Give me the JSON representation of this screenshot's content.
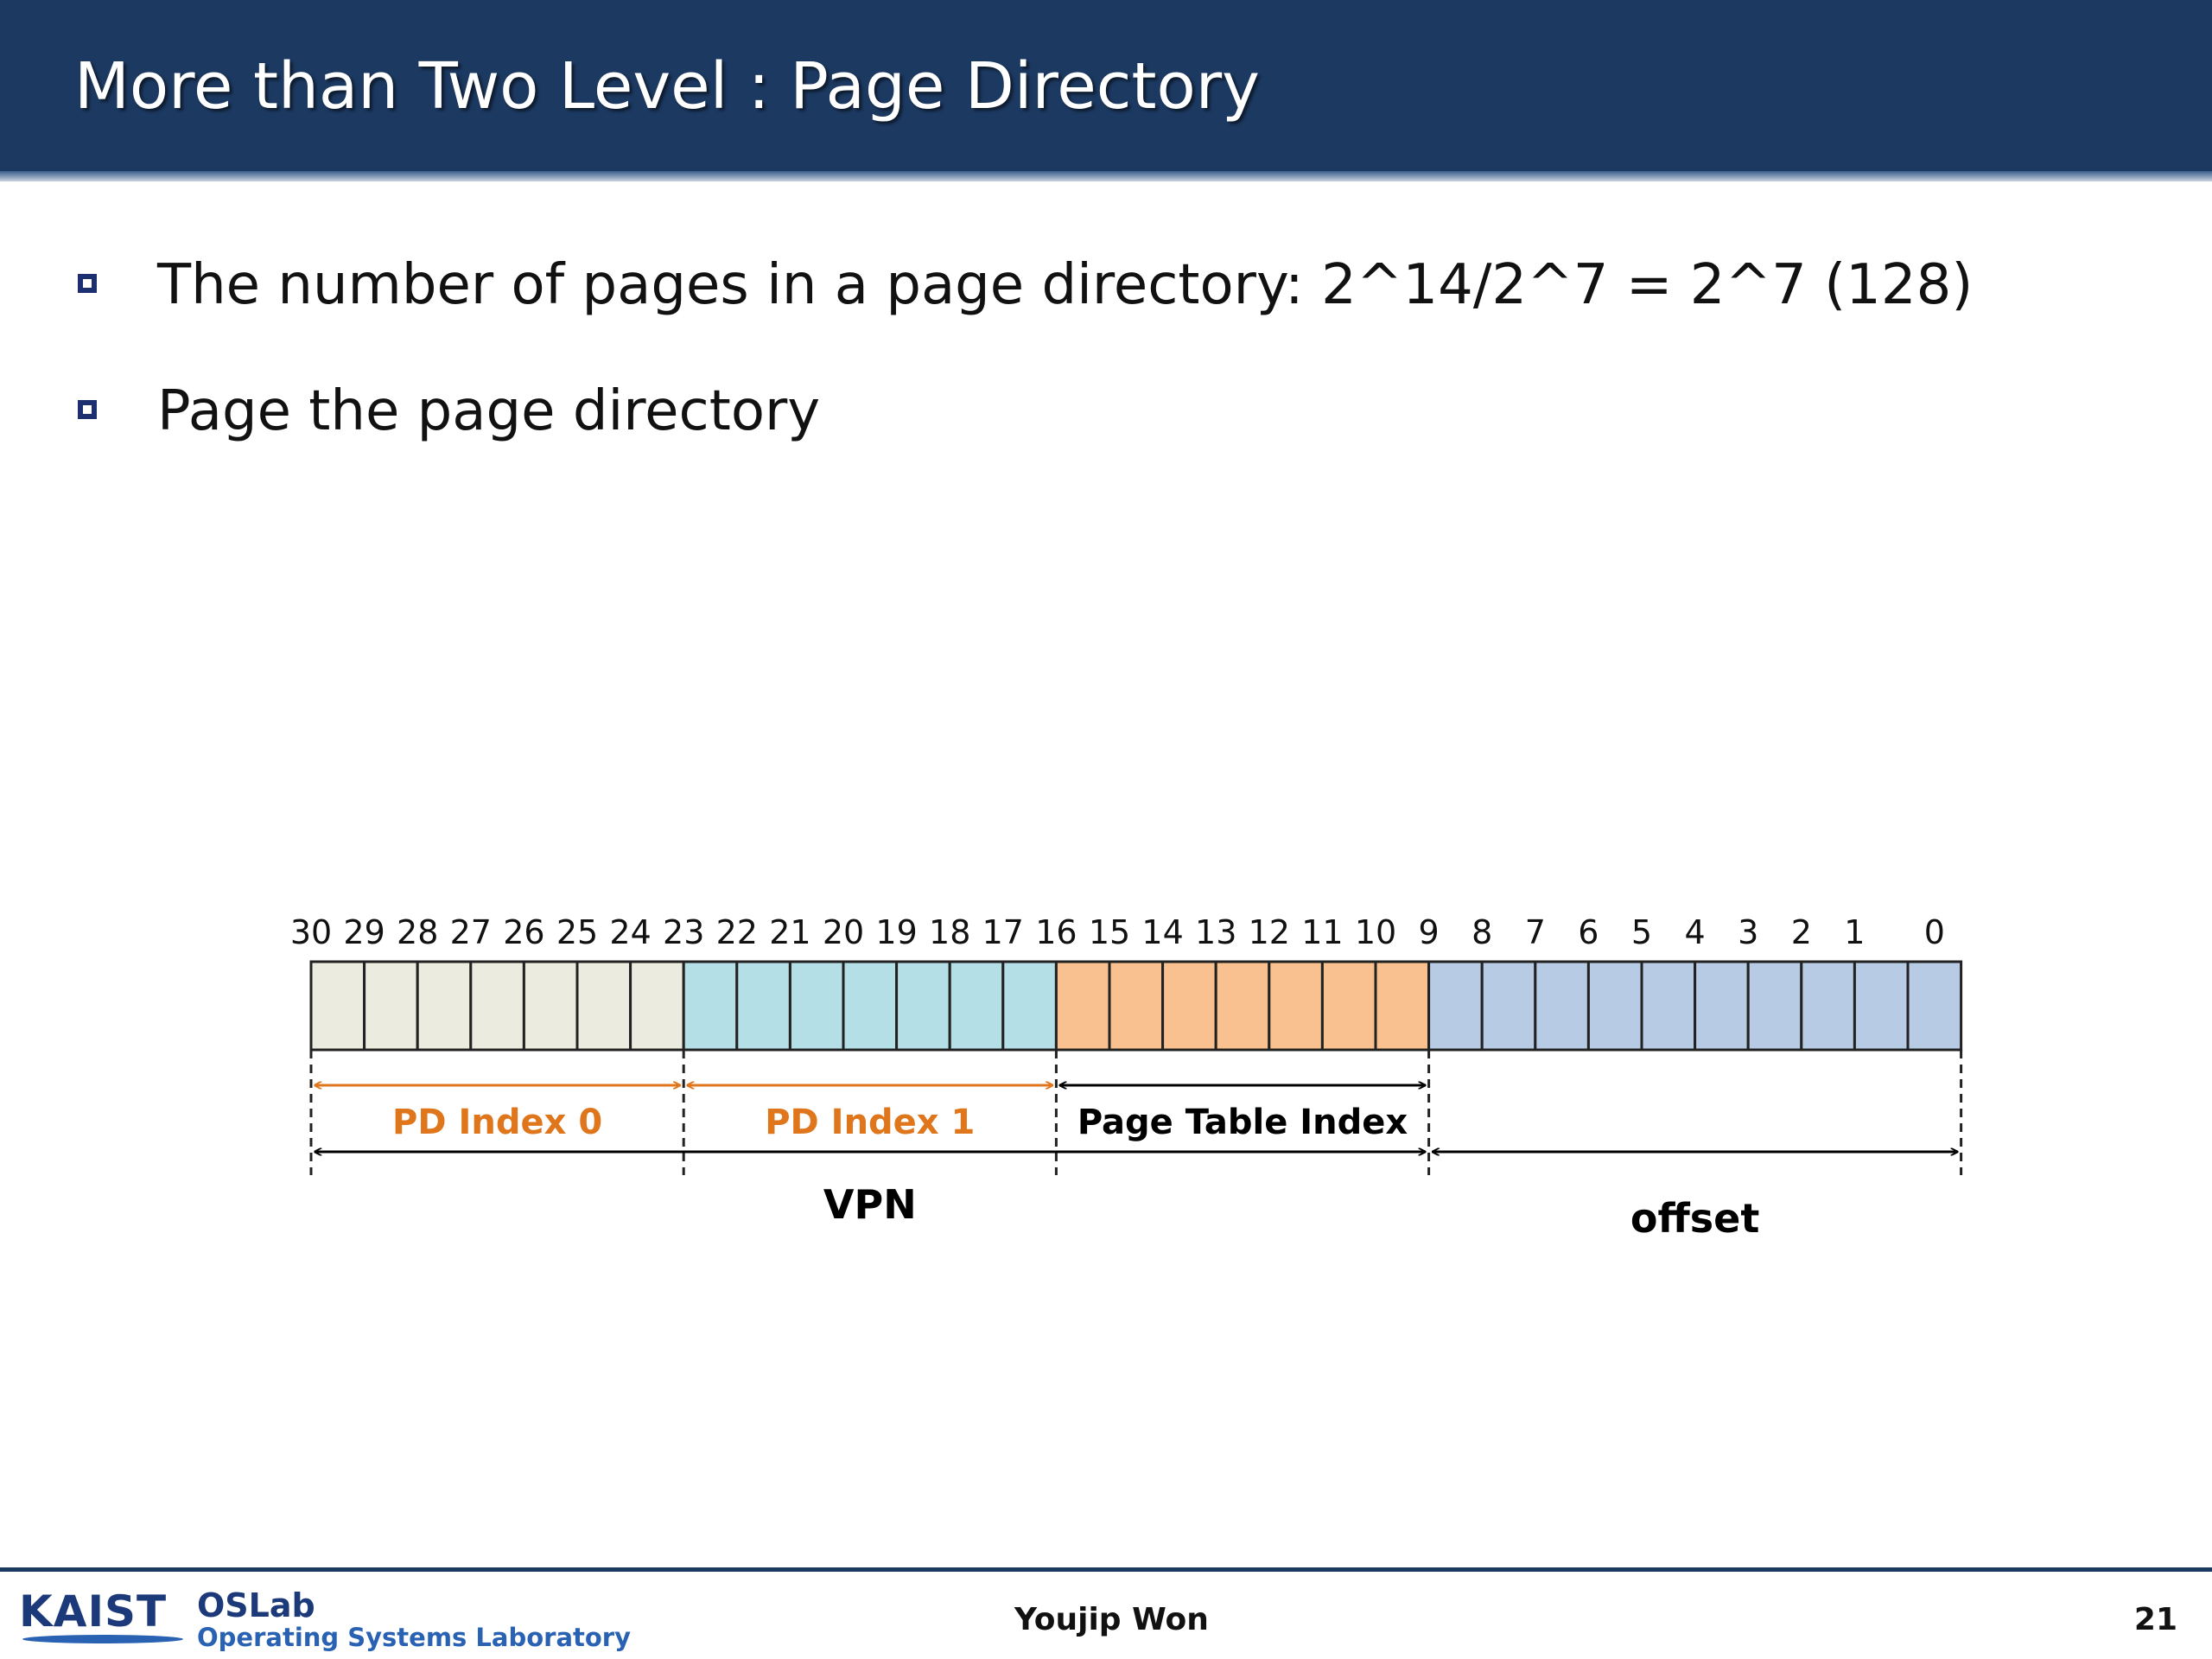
{
  "slide": {
    "title": "More than Two Level : Page Directory",
    "bullets": [
      "The number of pages in a page directory: 2^14/2^7 = 2^7 (128)",
      "Page the page directory"
    ]
  },
  "diagram": {
    "bit_labels": [
      "30",
      "29",
      "28",
      "27",
      "26",
      "25",
      "24",
      "23",
      "22",
      "21",
      "20",
      "19",
      "18",
      "17",
      "16",
      "15",
      "14",
      "13",
      "12",
      "11",
      "10",
      "9",
      "8",
      "7",
      "6",
      "5",
      "4",
      "3",
      "2",
      "1",
      "0"
    ],
    "field_colors": {
      "pd_index_0": "#ecebe0",
      "pd_index_1": "#b5dfe6",
      "page_table_index": "#f8c18f",
      "offset": "#b7cbe4"
    },
    "accent_color": "#e0761c",
    "segments": [
      {
        "label": "PD Index 0",
        "high_bit": 30,
        "low_bit": 24,
        "color": "#ecebe0",
        "arrow": "orange"
      },
      {
        "label": "PD Index 1",
        "high_bit": 23,
        "low_bit": 17,
        "color": "#b5dfe6",
        "arrow": "orange"
      },
      {
        "label": "Page Table Index",
        "high_bit": 16,
        "low_bit": 10,
        "color": "#f8c18f",
        "arrow": "black"
      },
      {
        "label": "offset",
        "high_bit": 9,
        "low_bit": 0,
        "color": "#b7cbe4",
        "arrow": "black"
      }
    ],
    "vpn_label": "VPN",
    "offset_label": "offset"
  },
  "footer": {
    "logo_main": "KAIST",
    "logo_lab": "OSLab",
    "logo_sub": "Operating Systems Laboratory",
    "author": "Youjip Won",
    "page_number": "21"
  }
}
